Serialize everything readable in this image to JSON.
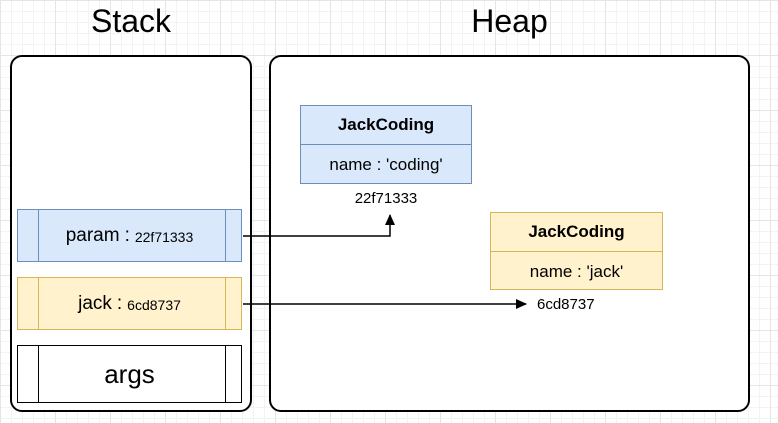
{
  "stack": {
    "title": "Stack",
    "slots": [
      {
        "name": "param",
        "separator": ":",
        "address": "22f71333",
        "color": "blue"
      },
      {
        "name": "jack",
        "separator": ":",
        "address": "6cd8737",
        "color": "yellow"
      },
      {
        "name": "args",
        "separator": "",
        "address": "",
        "color": "plain"
      }
    ]
  },
  "heap": {
    "title": "Heap",
    "objects": [
      {
        "class_name": "JackCoding",
        "field": "name : 'coding'",
        "address": "22f71333",
        "color": "blue"
      },
      {
        "class_name": "JackCoding",
        "field": "name : 'jack'",
        "address": "6cd8737",
        "color": "yellow"
      }
    ]
  },
  "references": [
    {
      "from": "param",
      "to": "22f71333"
    },
    {
      "from": "jack",
      "to": "6cd8737"
    }
  ],
  "colors": {
    "blue_fill": "#dae8fc",
    "blue_border": "#6c8ebf",
    "yellow_fill": "#fff2cc",
    "yellow_border": "#d6b656",
    "outline": "#000000",
    "text": "#000000",
    "container_fill": "#ffffff",
    "grid_minor": "#f2f3f3",
    "grid_major": "#e4e6e6"
  }
}
